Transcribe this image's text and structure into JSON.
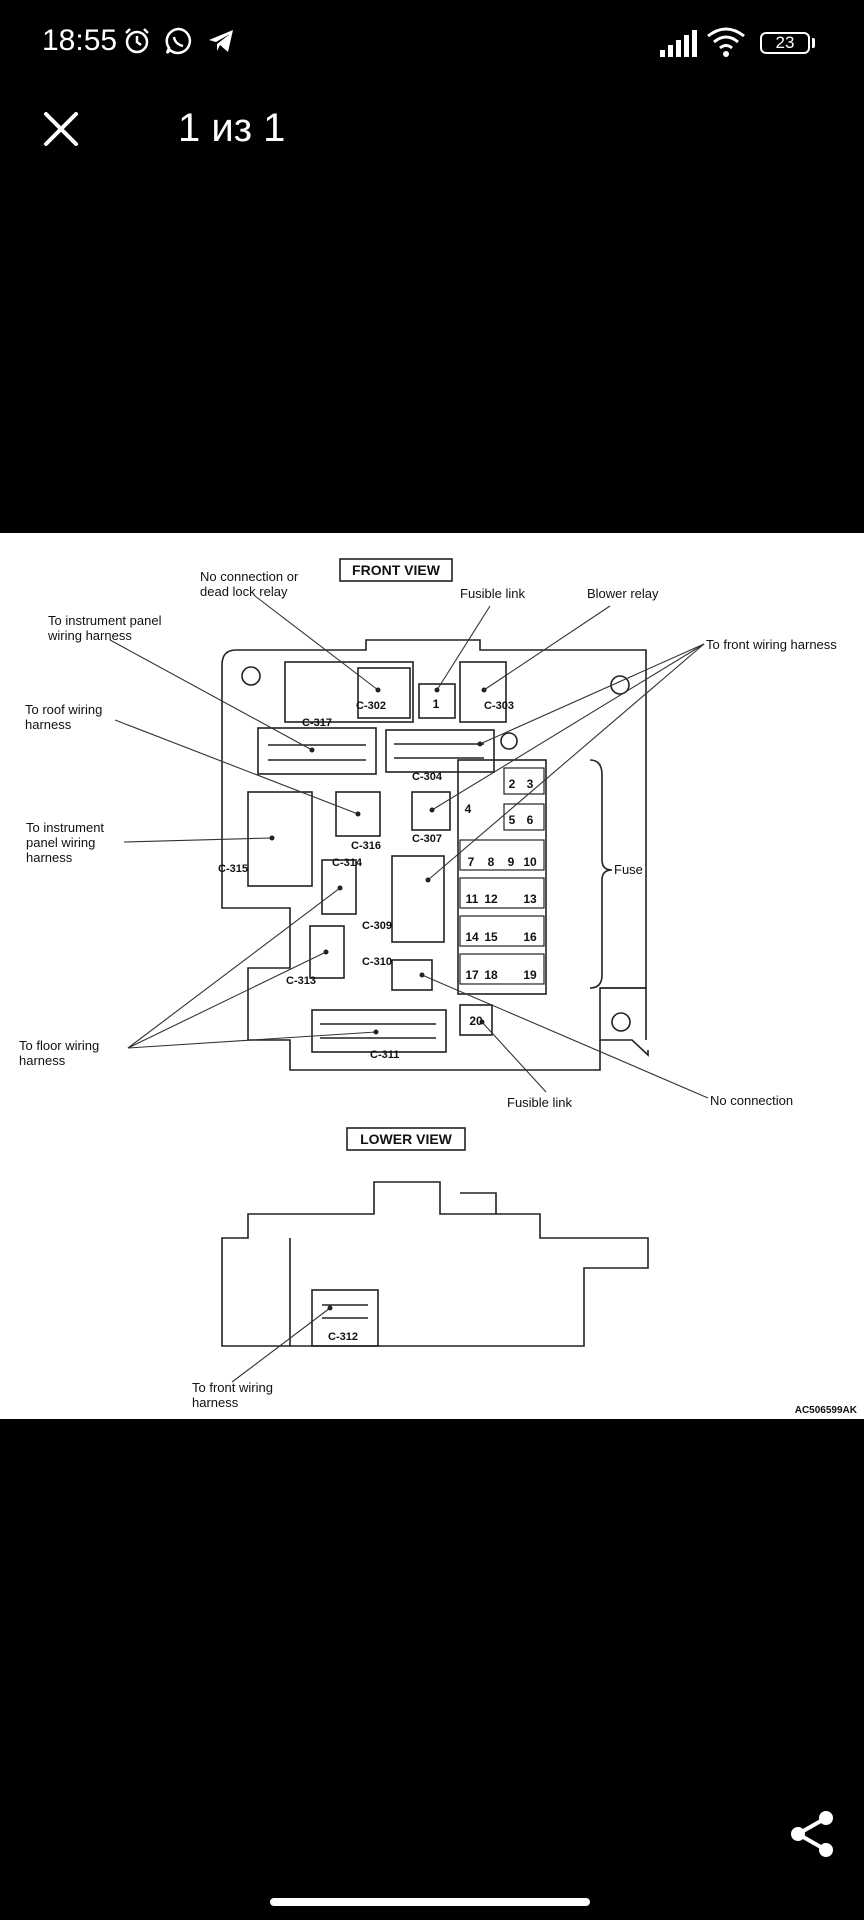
{
  "status_bar": {
    "time": "18:55",
    "battery": "23",
    "icons": [
      "alarm-icon",
      "whatsapp-icon",
      "telegram-icon",
      "signal-icon",
      "wifi-icon",
      "battery-icon"
    ]
  },
  "viewer": {
    "counter": "1 из 1",
    "close_icon": "close-icon",
    "share_icon": "share-icon"
  },
  "diagram": {
    "front_view_title": "FRONT VIEW",
    "lower_view_title": "LOWER VIEW",
    "callouts": {
      "no_connection_dead_lock_line1": "No connection or",
      "no_connection_dead_lock_line2": "dead lock relay",
      "fusible_link_top": "Fusible link",
      "blower_relay": "Blower relay",
      "to_instrument_panel_top_line1": "To instrument panel",
      "to_instrument_panel_top_line2": "wiring harness",
      "to_front_wiring_harness_top": "To front wiring harness",
      "to_roof_line1": "To roof wiring",
      "to_roof_line2": "harness",
      "to_instrument_panel_left_line1": "To instrument",
      "to_instrument_panel_left_line2": "panel wiring",
      "to_instrument_panel_left_line3": "harness",
      "fuse": "Fuse",
      "to_floor_line1": "To floor wiring",
      "to_floor_line2": "harness",
      "fusible_link_bottom": "Fusible link",
      "no_connection": "No connection",
      "to_front_wiring_bottom_line1": "To front wiring",
      "to_front_wiring_bottom_line2": "harness",
      "figure_id": "AC506599AK"
    },
    "connectors": {
      "c302": "C-302",
      "c303": "C-303",
      "c317": "C-317",
      "c304": "C-304",
      "c316": "C-316",
      "c307": "C-307",
      "c315": "C-315",
      "c314": "C-314",
      "c309": "C-309",
      "c310": "C-310",
      "c313": "C-313",
      "c311": "C-311",
      "c312": "C-312"
    },
    "fuse_numbers": {
      "f1": "1",
      "f2": "2",
      "f3": "3",
      "f4": "4",
      "f5": "5",
      "f6": "6",
      "f7": "7",
      "f8": "8",
      "f9": "9",
      "f10": "10",
      "f11": "11",
      "f12": "12",
      "f13": "13",
      "f14": "14",
      "f15": "15",
      "f16": "16",
      "f17": "17",
      "f18": "18",
      "f19": "19",
      "f20": "20"
    }
  }
}
